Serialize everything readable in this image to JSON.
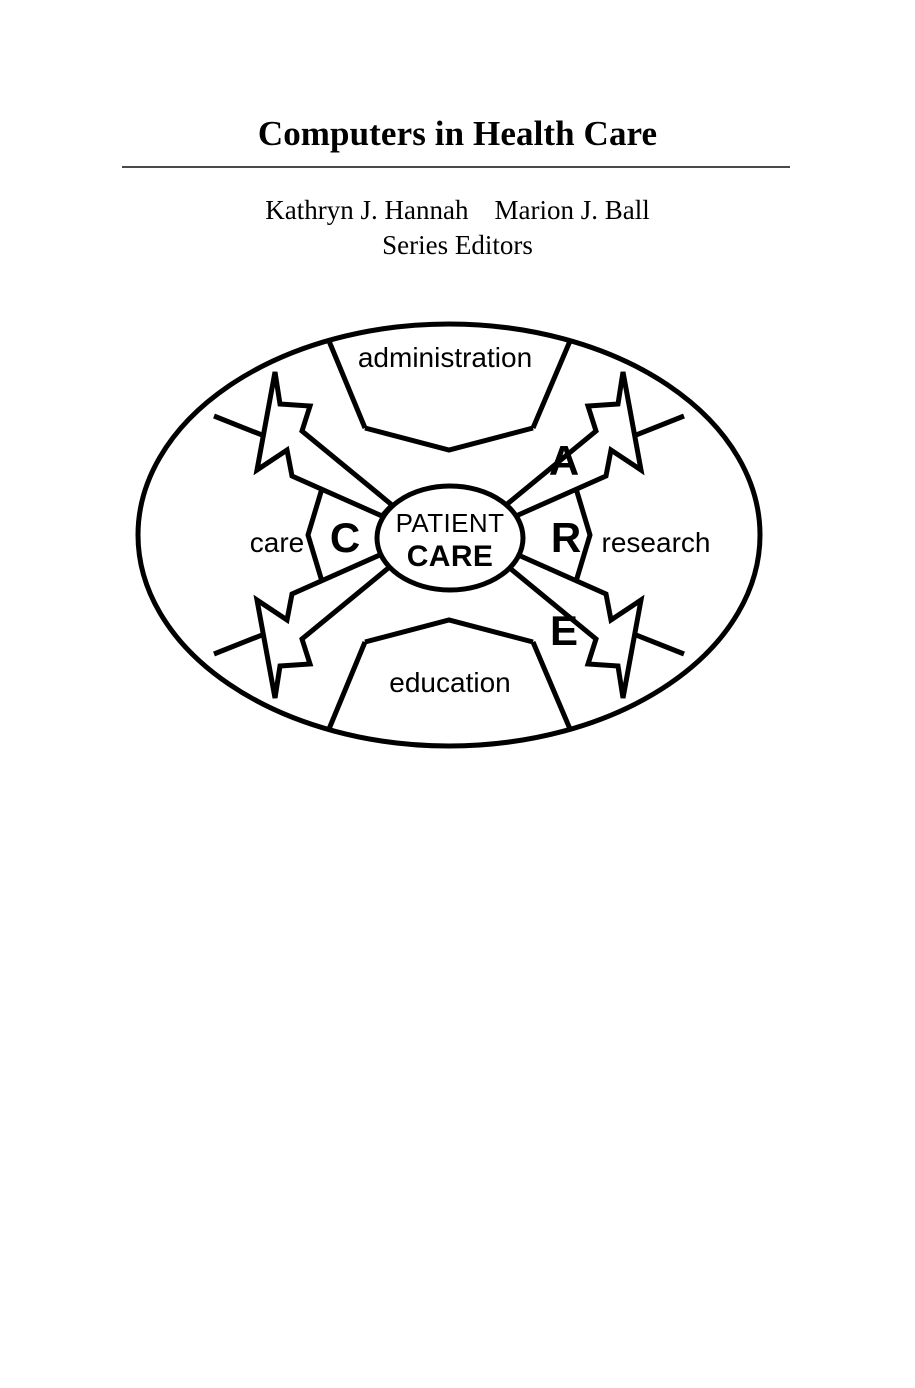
{
  "page": {
    "background": "#ffffff",
    "rule_color": "#4a4a4a",
    "ink_color": "#000000"
  },
  "masthead": {
    "series_title": "Computers in Health Care",
    "editor_one": "Kathryn J. Hannah",
    "editor_two": "Marion J. Ball",
    "editors_role": "Series Editors"
  },
  "figure": {
    "name": "patient-care-care-wheel",
    "core": {
      "line_one": "PATIENT",
      "line_two": "CARE"
    },
    "acronym": {
      "top": "A",
      "left": "C",
      "right": "R",
      "bottom": "E"
    },
    "sectors": [
      {
        "key": "administration",
        "letter": "A",
        "label": "administration",
        "position": "top"
      },
      {
        "key": "research",
        "letter": "R",
        "label": "research",
        "position": "right"
      },
      {
        "key": "education",
        "letter": "E",
        "label": "education",
        "position": "bottom"
      },
      {
        "key": "care",
        "letter": "C",
        "label": "care",
        "position": "left"
      }
    ],
    "labels": {
      "administration": "administration",
      "research": "research",
      "education": "education",
      "care": "care"
    }
  }
}
